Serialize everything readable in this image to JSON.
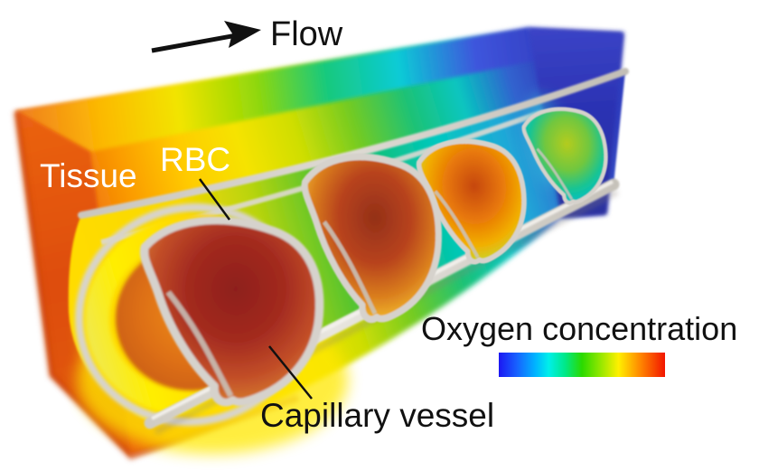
{
  "labels": {
    "flow": "Flow",
    "tissue": "Tissue",
    "rbc": "RBC",
    "capillary_vessel": "Capillary vessel",
    "colorbar_title": "Oxygen concentration"
  },
  "colorbar": {
    "stops": [
      "#1C17F2",
      "#1763FF",
      "#00B4FF",
      "#00EFEA",
      "#00E887",
      "#2ADA00",
      "#9CE800",
      "#FFF000",
      "#FF8800",
      "#F21500"
    ]
  },
  "rbc_cells": [
    {
      "core": "#8E1F1F",
      "mid": "#A32A1F",
      "outer": "#C24E28",
      "rim": "#D4772E"
    },
    {
      "core": "#943018",
      "mid": "#B8431C",
      "outer": "#DA7E1E",
      "rim": "#EFB42A"
    },
    {
      "core": "#C64710",
      "mid": "#E87808",
      "outer": "#F2AE00",
      "rim": "#CBD32B"
    },
    {
      "core": "#B4CC1E",
      "mid": "#72C73E",
      "outer": "#16C496",
      "rim": "#04BFC2"
    }
  ],
  "scene_colors": {
    "background": "#FFFFFF",
    "membrane_gray": "#D6D2CC",
    "annotation_black": "#111111",
    "label_white": "#FFFFFF",
    "tissue_oxygen_rich": "#E4540E",
    "tissue_oxygen_poor": "#2B32AC"
  }
}
